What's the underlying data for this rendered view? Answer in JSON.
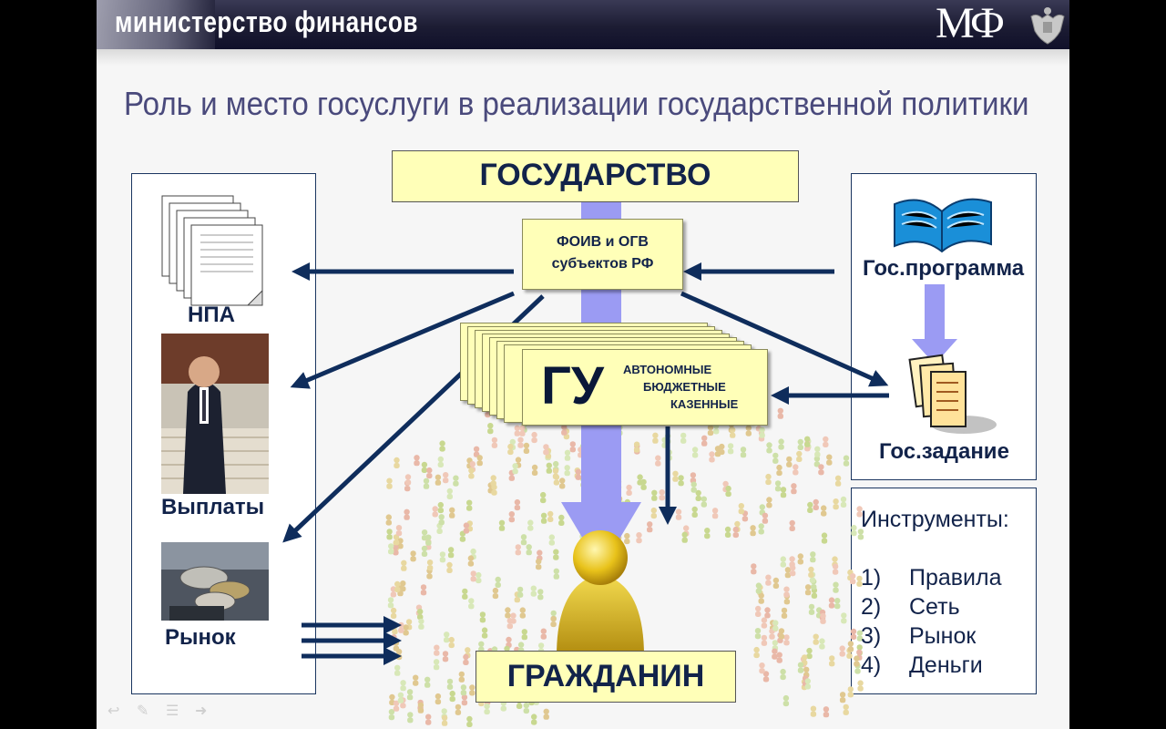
{
  "header": {
    "ministry": "министерство финансов",
    "logo": "МФ"
  },
  "title": "Роль и место госуслуги в реализации государственной политики",
  "diagram": {
    "state": "ГОСУДАРСТВО",
    "foiv_line1": "ФОИВ и ОГВ",
    "foiv_line2": "субъектов РФ",
    "gu": "ГУ",
    "gu_types": [
      "АВТОНОМНЫЕ",
      "БЮДЖЕТНЫЕ",
      "КАЗЕННЫЕ"
    ],
    "citizen": "ГРАЖДАНИН",
    "left": {
      "npa": "НПА",
      "payments": "Выплаты",
      "market": "Рынок"
    },
    "right": {
      "program": "Гос.программа",
      "task": "Гос.задание"
    },
    "tools": {
      "title": "Инструменты:",
      "items": [
        {
          "num": "1)",
          "label": "Правила"
        },
        {
          "num": "2)",
          "label": "Сеть"
        },
        {
          "num": "3)",
          "label": "Рынок"
        },
        {
          "num": "4)",
          "label": "Деньги"
        }
      ]
    }
  },
  "colors": {
    "arrow": "#0f2d5c",
    "bigArrow": "#9b9bf3",
    "box": "#ffffb8",
    "title": "#4a4a7c"
  }
}
